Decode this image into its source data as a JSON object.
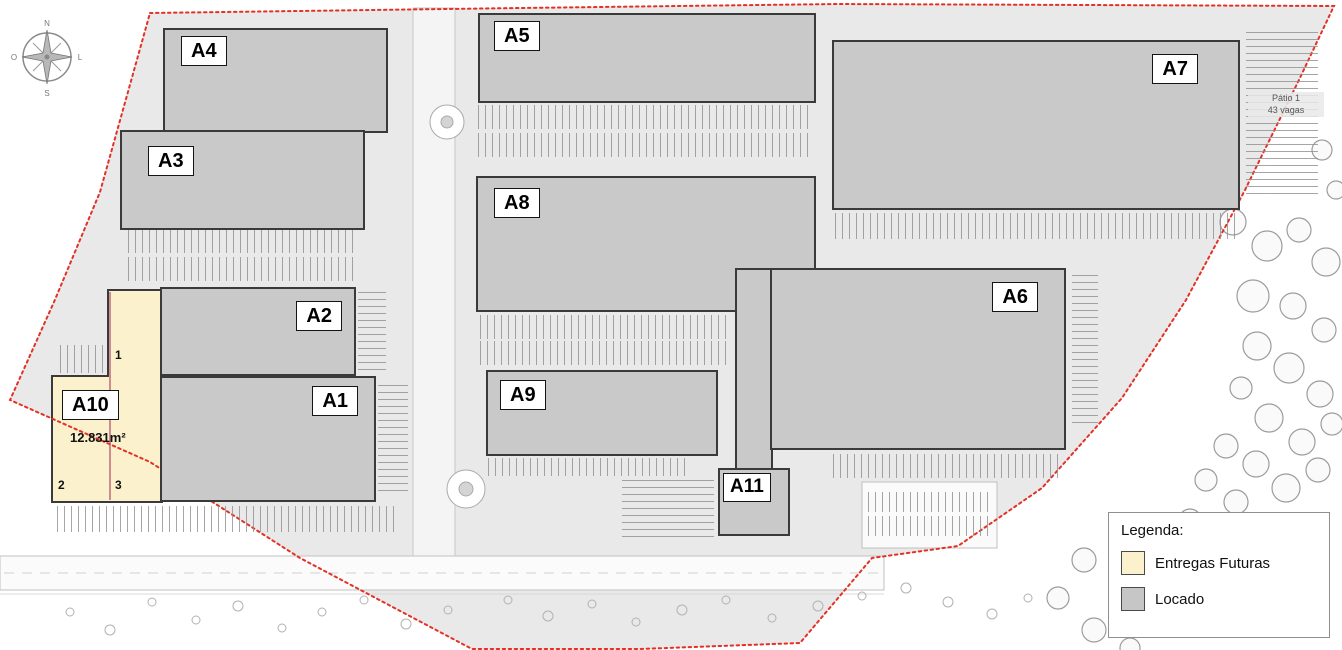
{
  "compass": {
    "n": "N",
    "e": "L",
    "s": "S",
    "w": "O"
  },
  "patio": {
    "line1": "Pátio 1",
    "line2": "43 vagas"
  },
  "buildings": [
    {
      "label": "A1",
      "status": "locado"
    },
    {
      "label": "A2",
      "status": "locado"
    },
    {
      "label": "A3",
      "status": "locado"
    },
    {
      "label": "A4",
      "status": "locado"
    },
    {
      "label": "A5",
      "status": "locado"
    },
    {
      "label": "A6",
      "status": "locado"
    },
    {
      "label": "A7",
      "status": "locado"
    },
    {
      "label": "A8",
      "status": "locado"
    },
    {
      "label": "A9",
      "status": "locado"
    },
    {
      "label": "A11",
      "status": "locado"
    }
  ],
  "a10": {
    "label": "A10",
    "area": "12.831m²",
    "status": "entregas_futuras",
    "section1": "1",
    "section2": "2",
    "section3": "3"
  },
  "legend": {
    "title": "Legenda:",
    "items": [
      {
        "label": "Entregas Futuras",
        "key": "entregas_futuras"
      },
      {
        "label": "Locado",
        "key": "locado"
      }
    ]
  },
  "colors": {
    "entregas_futuras": "#fbf1cd",
    "locado": "#c9c9c9",
    "boundary": "#e23227",
    "site_fill": "#e9e9e9"
  }
}
